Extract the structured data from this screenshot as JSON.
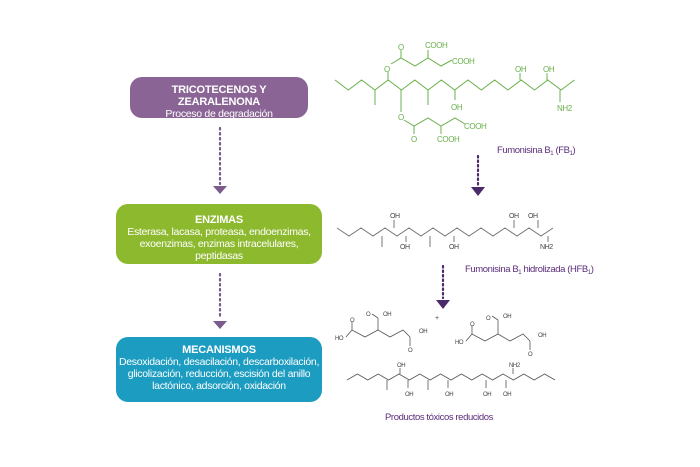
{
  "boxes": {
    "tricotecenos": {
      "title": "TRICOTECENOS Y ZEARALENONA",
      "subtitle": "Proceso de degradación",
      "color": "#8a6494"
    },
    "enzimas": {
      "title": "ENZIMAS",
      "line1": "Esterasa, lacasa, proteasa, endoenzimas,",
      "line2": "exoenzimas, enzimas intracelulares, peptidasas",
      "color": "#8db92f"
    },
    "mecanismos": {
      "title": "MECANISMOS",
      "line1": "Desoxidación, desacilación, descarboxilación,",
      "line2": "glicolización, reducción, escisión del anillo",
      "line3": "lactónico, adsorción, oxidación",
      "color": "#1c9cc0"
    }
  },
  "molecules": {
    "fb1": {
      "name": "Fumonisina B",
      "sub": "1",
      "name2": " (FB",
      "sub2": "1",
      "name3": ")",
      "atoms": [
        "O",
        "COOH",
        "COOH",
        "O",
        "OH",
        "OH",
        "OH",
        "NH2",
        "O",
        "O",
        "COOH",
        "COOH"
      ]
    },
    "hfb1": {
      "name": "Fumonisina B",
      "sub": "1",
      "name2": " hidrolizada (HFB",
      "sub2": "1",
      "name3": ")",
      "atoms": [
        "OH",
        "OH",
        "OH",
        "OH",
        "OH",
        "NH2"
      ]
    },
    "products": {
      "name": "Productos tóxicos reducidos",
      "acid_atoms": [
        "HO",
        "OH",
        "OH",
        "O",
        "O",
        "O"
      ],
      "chain_atoms": [
        "OH",
        "OH",
        "OH",
        "OH",
        "OH",
        "NH2"
      ],
      "plus": "+"
    }
  },
  "colors": {
    "arrow": "#7b5a8c",
    "arrow_dark": "#4b2a6b",
    "fb1": "#6ab04c",
    "label": "#5b2c7a"
  }
}
